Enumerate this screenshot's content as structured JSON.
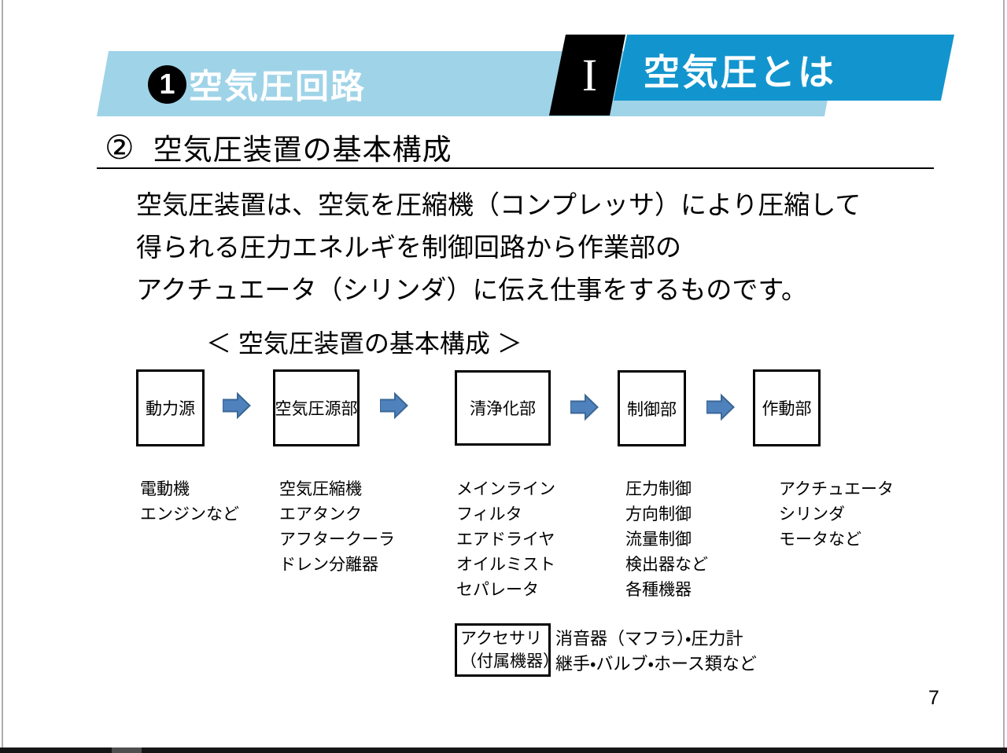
{
  "header": {
    "chapter_badge_number": "1",
    "chapter_title": "空気圧回路",
    "section_numeral": "I",
    "section_title": "空気圧とは"
  },
  "heading": {
    "number": "②",
    "text": "空気圧装置の基本構成"
  },
  "intro": {
    "lines": [
      "空気圧装置は、空気を圧縮機（コンプレッサ）により圧縮して",
      "得られる圧力エネルギを制御回路から作業部の",
      "アクチュエータ（シリンダ）に伝え仕事をするものです。"
    ]
  },
  "diagram": {
    "caption": "＜ 空気圧装置の基本構成 ＞",
    "stages": [
      {
        "label": "動力源",
        "items": [
          "電動機",
          "エンジンなど"
        ]
      },
      {
        "label": "空気圧源部",
        "items": [
          "空気圧縮機",
          "エアタンク",
          "アフタークーラ",
          "ドレン分離器"
        ]
      },
      {
        "label": "清浄化部",
        "items": [
          "メインライン",
          "フィルタ",
          "エアドライヤ",
          "オイルミスト",
          "セパレータ"
        ]
      },
      {
        "label": "制御部",
        "items": [
          "圧力制御",
          "方向制御",
          "流量制御",
          "検出器など",
          "各種機器"
        ]
      },
      {
        "label": "作動部",
        "items": [
          "アクチュエータ",
          "シリンダ",
          "モータなど"
        ]
      }
    ],
    "accessory": {
      "box_lines": [
        "アクセサリ",
        "（付属機器）"
      ],
      "description_lines": [
        "消音器（マフラ）・圧力計",
        "継手・バルブ・ホース類など"
      ]
    }
  },
  "footer": {
    "page_number": "7"
  },
  "colors": {
    "light_blue": "#9FD3E8",
    "brand_blue": "#1295CE",
    "arrow_fill": "#4F81BD",
    "arrow_border": "#3A6795"
  }
}
